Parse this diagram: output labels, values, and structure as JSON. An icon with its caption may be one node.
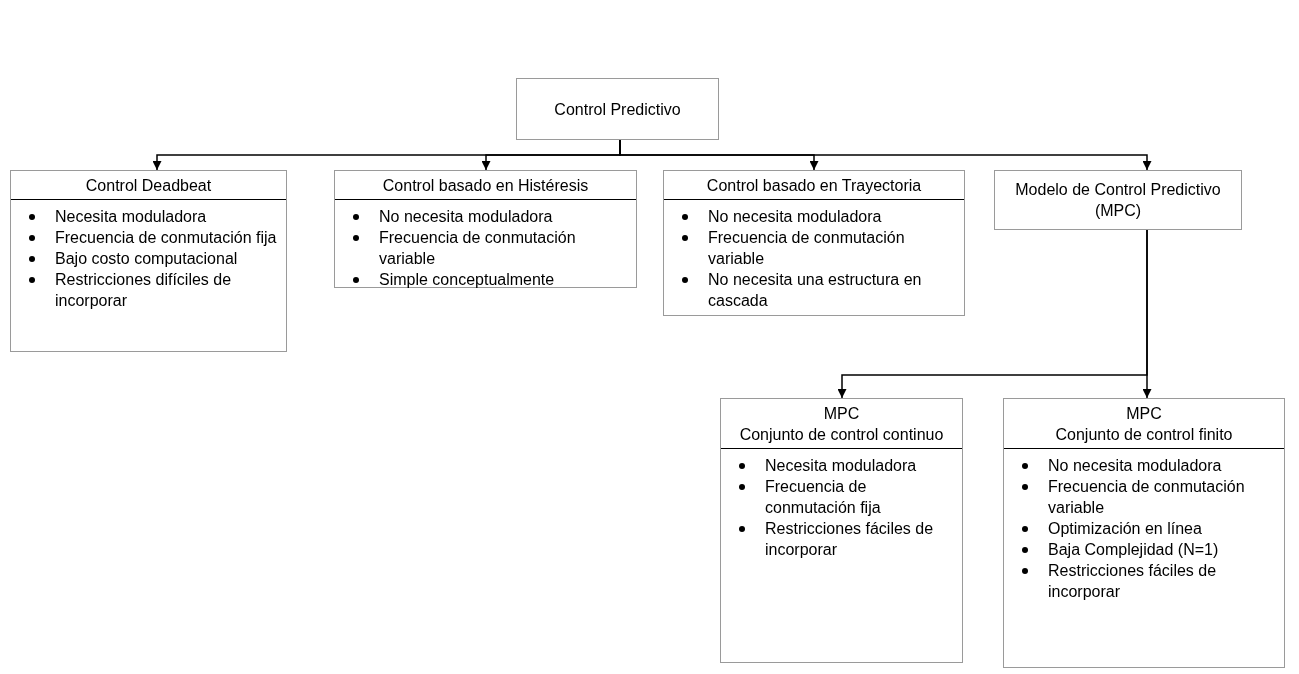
{
  "diagram": {
    "nodes": [
      {
        "text": [
          "Control Predictivo"
        ]
      },
      {
        "text": [
          "Control Deadbeat",
          "Necesita moduladora",
          "Frecuencia de conmutación fija",
          "Bajo costo computacional",
          "Restricciones difíciles de incorporar"
        ]
      },
      {
        "text": [
          "Control basado en Histéresis",
          "No necesita moduladora",
          "Frecuencia de conmutación variable",
          "Simple conceptualmente"
        ]
      },
      {
        "text": [
          "Control basado en Trayectoria",
          "No necesita moduladora",
          "Frecuencia de conmutación variable",
          "No necesita una estructura en cascada"
        ]
      },
      {
        "text": [
          "Modelo de Control Predictivo (MPC)"
        ]
      },
      {
        "text": [
          "MPC",
          "Conjunto de control continuo",
          "Necesita moduladora",
          "Frecuencia de conmutación fija",
          "Restricciones fáciles de incorporar"
        ]
      },
      {
        "text": [
          "MPC",
          "Conjunto de control finito",
          "No necesita moduladora",
          "Frecuencia de conmutación variable",
          "Optimización en línea",
          "Baja Complejidad (N=1)",
          "Restricciones fáciles de incorporar"
        ]
      }
    ],
    "edges": [
      {
        "from": 0,
        "to": 1,
        "arrow": "to"
      },
      {
        "from": 0,
        "to": 2,
        "arrow": "to"
      },
      {
        "from": 0,
        "to": 3,
        "arrow": "to"
      },
      {
        "from": 0,
        "to": 4,
        "arrow": "to"
      },
      {
        "from": 4,
        "to": 5,
        "arrow": "to"
      },
      {
        "from": 4,
        "to": 6,
        "arrow": "to"
      }
    ]
  }
}
